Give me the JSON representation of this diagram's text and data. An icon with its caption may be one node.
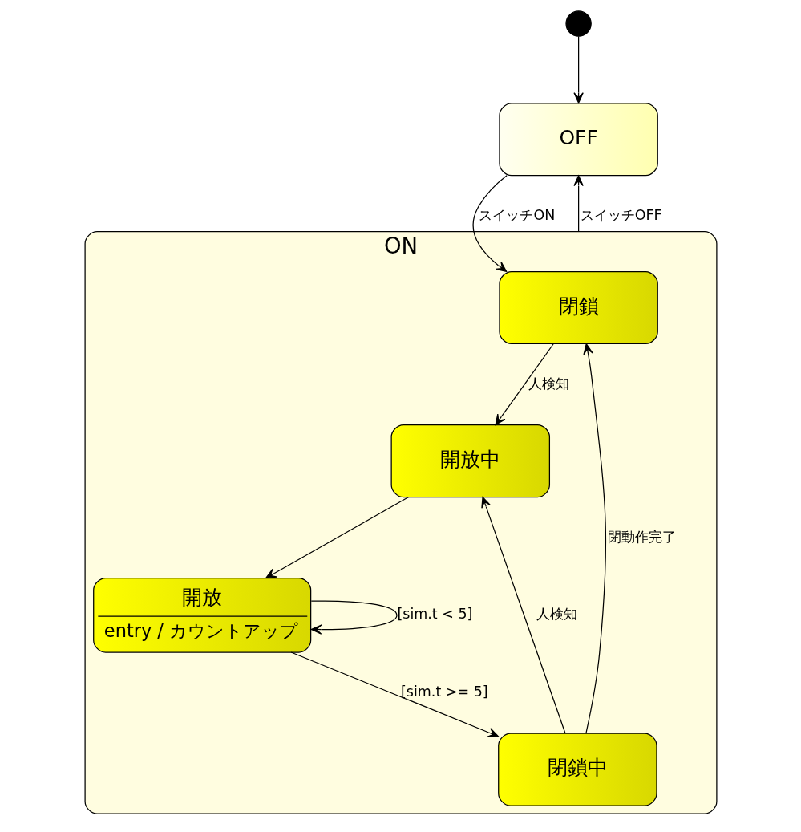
{
  "diagram": {
    "nodes": [
      {
        "text": [],
        "shape": "circle"
      },
      {
        "text": [
          "OFF"
        ]
      },
      {
        "text": [
          "ON"
        ]
      },
      {
        "text": [
          "閉鎖"
        ],
        "in": 2
      },
      {
        "text": [
          "開放中"
        ],
        "in": 2
      },
      {
        "text": [
          "閉鎖中"
        ],
        "in": 2
      },
      {
        "text": [
          "開放",
          "entry / カウントアップ"
        ],
        "in": 2
      }
    ],
    "edges": [
      {
        "from": 0,
        "to": 1,
        "arrow": "to"
      },
      {
        "from": 1,
        "to": 3,
        "arrow": "to",
        "label": "スイッチON"
      },
      {
        "from": 2,
        "to": 1,
        "arrow": "to",
        "label": "スイッチOFF"
      },
      {
        "from": 3,
        "to": 4,
        "arrow": "to",
        "label": "人検知"
      },
      {
        "from": 4,
        "to": 6,
        "arrow": "to"
      },
      {
        "from": 6,
        "to": 5,
        "arrow": "to",
        "label": "[sim.t >= 5]"
      },
      {
        "from": 5,
        "to": 3,
        "arrow": "to",
        "label": "閉動作完了"
      },
      {
        "from": 5,
        "to": 4,
        "arrow": "to",
        "label": "人検知"
      },
      {
        "from": 6,
        "to": 6,
        "arrow": "to",
        "label": "[sim.t < 5]"
      }
    ]
  }
}
